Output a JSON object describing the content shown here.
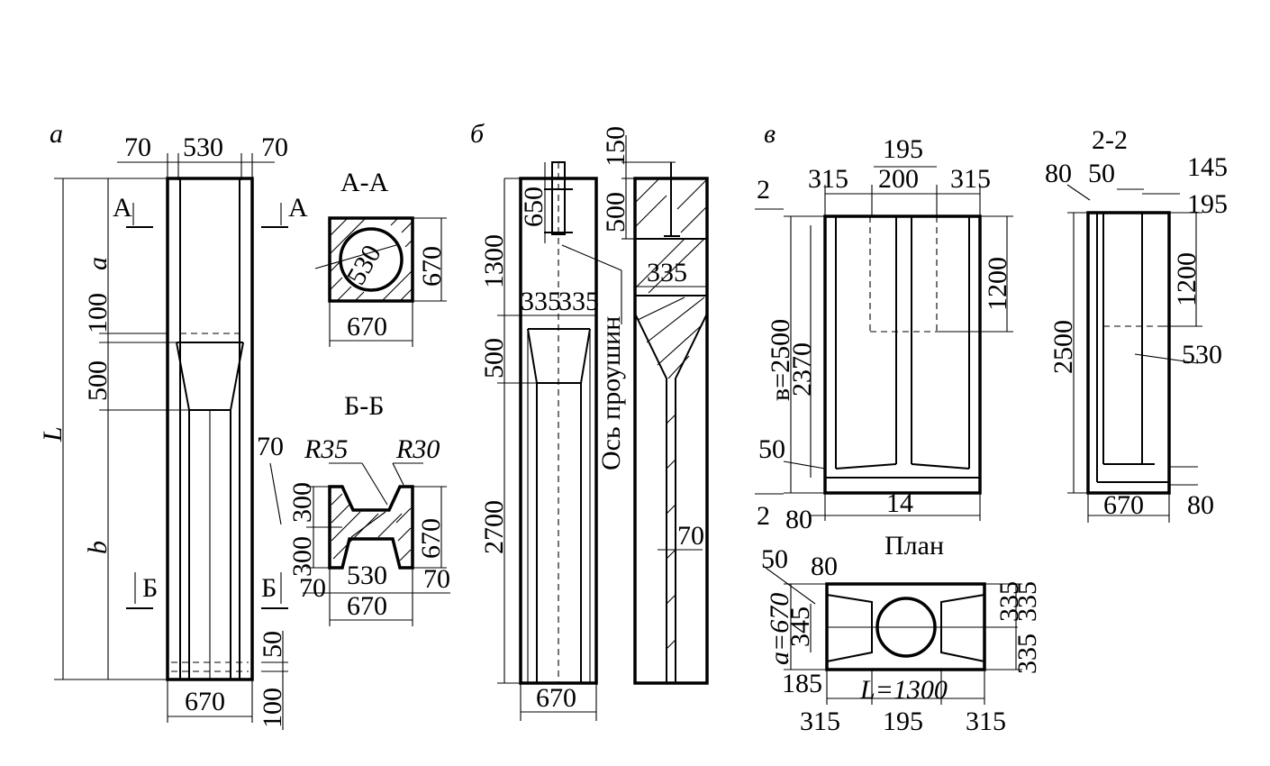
{
  "views": {
    "a": {
      "letter": "а",
      "dims": {
        "d70_left": "70",
        "d530": "530",
        "d70_right": "70",
        "sec_A_left": "А",
        "sec_A_right": "А",
        "sec_B_left": "Б",
        "sec_B_right": "Б",
        "L": "L",
        "a": "a",
        "b": "b",
        "d100": "100",
        "d500": "500",
        "d670": "670",
        "d50": "50",
        "d100_bottom": "100"
      }
    },
    "AA": {
      "title": "А-А",
      "d530": "530",
      "d670_right": "670",
      "d670_bottom": "670"
    },
    "BB": {
      "title": "Б-Б",
      "R35": "R35",
      "R30": "R30",
      "d70_top": "70",
      "d300_a": "300",
      "d300_b": "300",
      "d670_right": "670",
      "d70_left": "70",
      "d530": "530",
      "d70_right": "70",
      "d670_bottom": "670"
    },
    "b": {
      "letter": "б",
      "dims": {
        "d150": "150",
        "d650": "650",
        "d500_top": "500",
        "d1300": "1300",
        "d335_l": "335",
        "d335_r": "335",
        "d335_section": "335",
        "d500": "500",
        "d2700": "2700",
        "d70": "70",
        "d670": "670",
        "axis_label": "Ось проушин"
      }
    },
    "v": {
      "letter": "в",
      "dims": {
        "d195_top": "195",
        "d315_l": "315",
        "d200": "200",
        "d315_r": "315",
        "sec_2_top": "2",
        "sec_2_bottom": "2",
        "d1200": "1200",
        "v2500": "в=2500",
        "d2370": "2370",
        "d50": "50",
        "d80": "80",
        "d14": "14"
      }
    },
    "s22": {
      "title": "2-2",
      "d80": "80",
      "d50": "50",
      "d145": "145",
      "d195": "195",
      "d1200": "1200",
      "d2500": "2500",
      "d530": "530",
      "d670": "670",
      "d80_bottom": "80"
    },
    "plan": {
      "title": "План",
      "d50": "50",
      "d80": "80",
      "a670": "а=670",
      "d345": "345",
      "d185": "185",
      "d335a": "335",
      "d335b": "335",
      "d335c": "335",
      "L1300": "L=1300",
      "d315_l": "315",
      "d195": "195",
      "d315_r": "315"
    }
  }
}
